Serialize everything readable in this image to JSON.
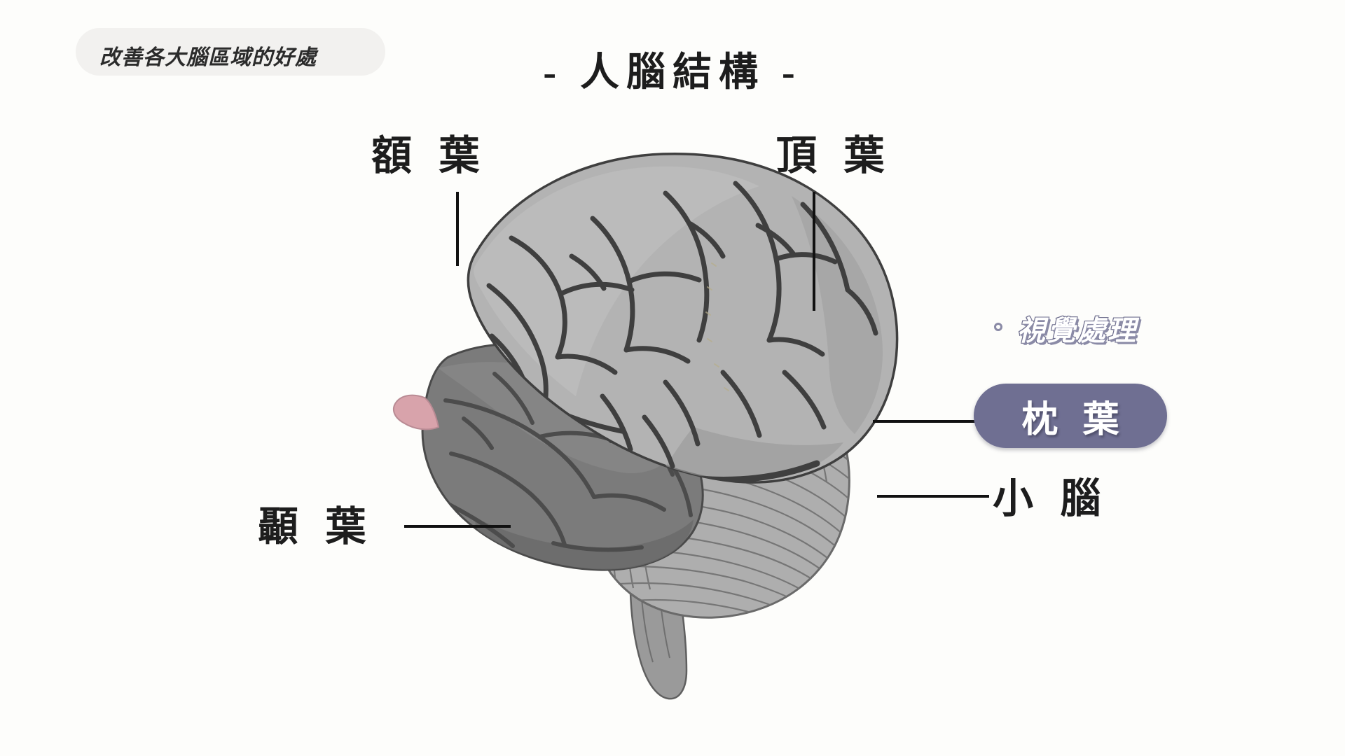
{
  "page": {
    "background_color": "#fdfdfb",
    "title": "- 人腦結構 -"
  },
  "header": {
    "badge_label": "改善各大腦區域的好處",
    "badge_bg": "#f2f1ef"
  },
  "diagram": {
    "name": "human-brain-lateral-view",
    "regions": [
      {
        "id": "frontal",
        "label": "額 葉",
        "color": "#b3b3b3",
        "highlighted": false
      },
      {
        "id": "parietal",
        "label": "頂 葉",
        "color": "#b3b3b3",
        "highlighted": false
      },
      {
        "id": "temporal",
        "label": "顳 葉",
        "color": "#7b7b7b",
        "highlighted": false
      },
      {
        "id": "occipital",
        "label": "枕 葉",
        "color": "#6f6f92",
        "highlighted": true,
        "badge_bg": "#6f6f92",
        "badge_text_color": "#ffffff",
        "functions": [
          {
            "bullet": "circle",
            "text": "視覺處理"
          }
        ]
      },
      {
        "id": "cerebellum",
        "label": "小 腦",
        "color": "#a9a9a9",
        "highlighted": false
      }
    ]
  },
  "colors": {
    "ink": "#1d1d1d",
    "leader_line": "#111111",
    "cerebrum_light": "#b3b3b3",
    "cerebrum_mid": "#9b9b9b",
    "cerebrum_shadow": "#8d8d8d",
    "temporal_dark": "#7b7b7b",
    "temporal_darker": "#6b6b6b",
    "sulci": "#4a4a4a",
    "occipital_purple": "#6f6f92",
    "occipital_purple_light": "#8383a5",
    "occipital_purple_dark": "#5d5d80",
    "cerebellum": "#a9a9a9",
    "cerebellum_light": "#bdbdbd",
    "cerebellum_lines": "#6f6f6f",
    "brainstem": "#9a9a9a",
    "pink_accent": "#d8a3ab"
  }
}
